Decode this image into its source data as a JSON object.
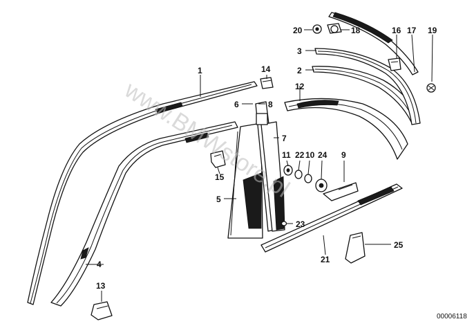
{
  "callouts": {
    "c1": "1",
    "c2": "2",
    "c3": "3",
    "c4": "4",
    "c5": "5",
    "c6": "6",
    "c7": "7",
    "c8": "8",
    "c9": "9",
    "c10": "10",
    "c11": "11",
    "c12": "12",
    "c13": "13",
    "c14": "14",
    "c15": "15",
    "c16": "16",
    "c17": "17",
    "c18": "18",
    "c19": "19",
    "c20": "20",
    "c21": "21",
    "c22": "22",
    "c23": "23",
    "c24": "24",
    "c25": "25"
  },
  "watermark": "www.BMWstore.pl",
  "diagram_code": "00006118"
}
